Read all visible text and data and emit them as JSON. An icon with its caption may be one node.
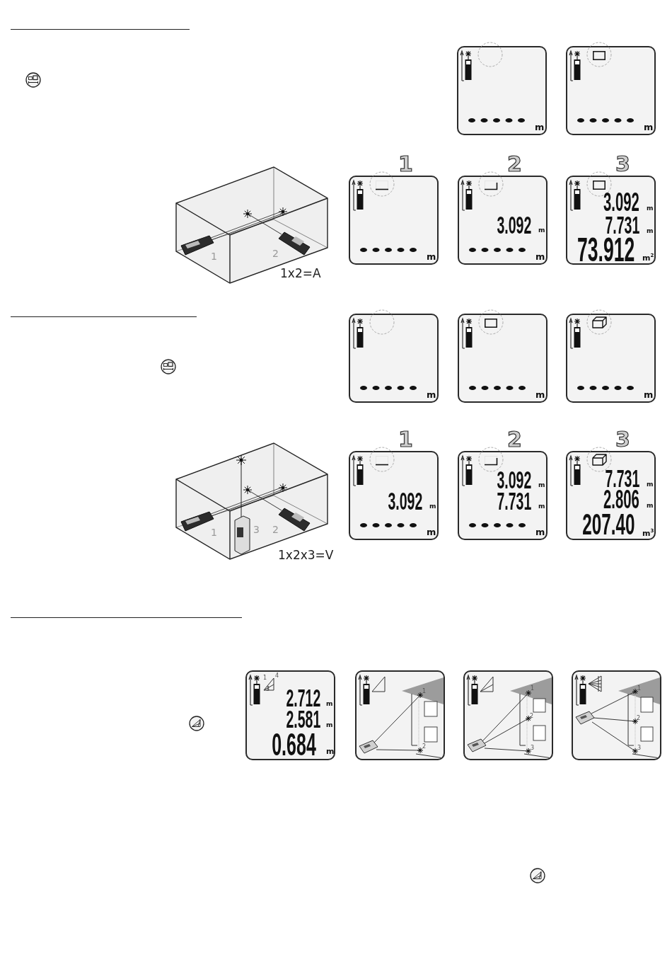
{
  "diagram": {
    "nodes": [
      {
        "text": [
          "m"
        ]
      },
      {
        "text": [
          "m"
        ]
      },
      {
        "text": [
          "m"
        ],
        "beside": [
          "1"
        ]
      },
      {
        "text": [
          "3.092",
          "m",
          "m"
        ],
        "beside": [
          "2"
        ]
      },
      {
        "text": [
          "3.092",
          "m",
          "7.731",
          "m",
          "73.912",
          "m$^{2}$"
        ],
        "beside": [
          "3"
        ]
      },
      {
        "text": [
          "m"
        ]
      },
      {
        "text": [
          "m"
        ]
      },
      {
        "text": [
          "m"
        ]
      },
      {
        "text": [
          "3.092",
          "m",
          "m"
        ],
        "beside": [
          "1"
        ]
      },
      {
        "text": [
          "3.092",
          "m",
          "7.731",
          "m",
          "m"
        ],
        "beside": [
          "2"
        ]
      },
      {
        "text": [
          "7.731",
          "m",
          "2.806",
          "m",
          "207.40",
          "m$^{3}$"
        ],
        "beside": [
          "3"
        ]
      },
      {
        "text": [
          "1",
          "4",
          "3",
          "2.712",
          "m",
          "2.581",
          "m",
          "0.684",
          "m"
        ]
      },
      {
        "text": [
          "1",
          "2"
        ]
      },
      {
        "text": [
          "1",
          "2",
          "3"
        ]
      },
      {
        "text": [
          "1",
          "2",
          "3"
        ]
      }
    ],
    "labels": [
      "1",
      "2",
      "1x2=A",
      "1",
      "3",
      "2",
      "1x2x3=V"
    ]
  }
}
